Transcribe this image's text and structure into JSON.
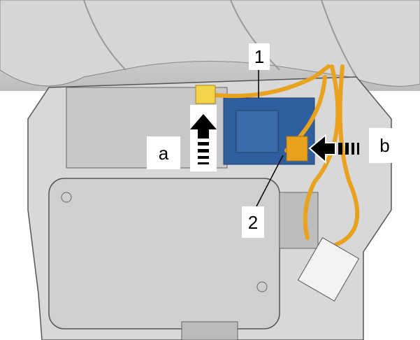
{
  "callouts": {
    "item1": "1",
    "item2": "2",
    "view_a": "a",
    "view_b": "b"
  },
  "colors": {
    "module": "#2f5f9e",
    "harness": "#e8a21e",
    "connector": "#f3d34a",
    "housing": "#cfcfcf"
  }
}
